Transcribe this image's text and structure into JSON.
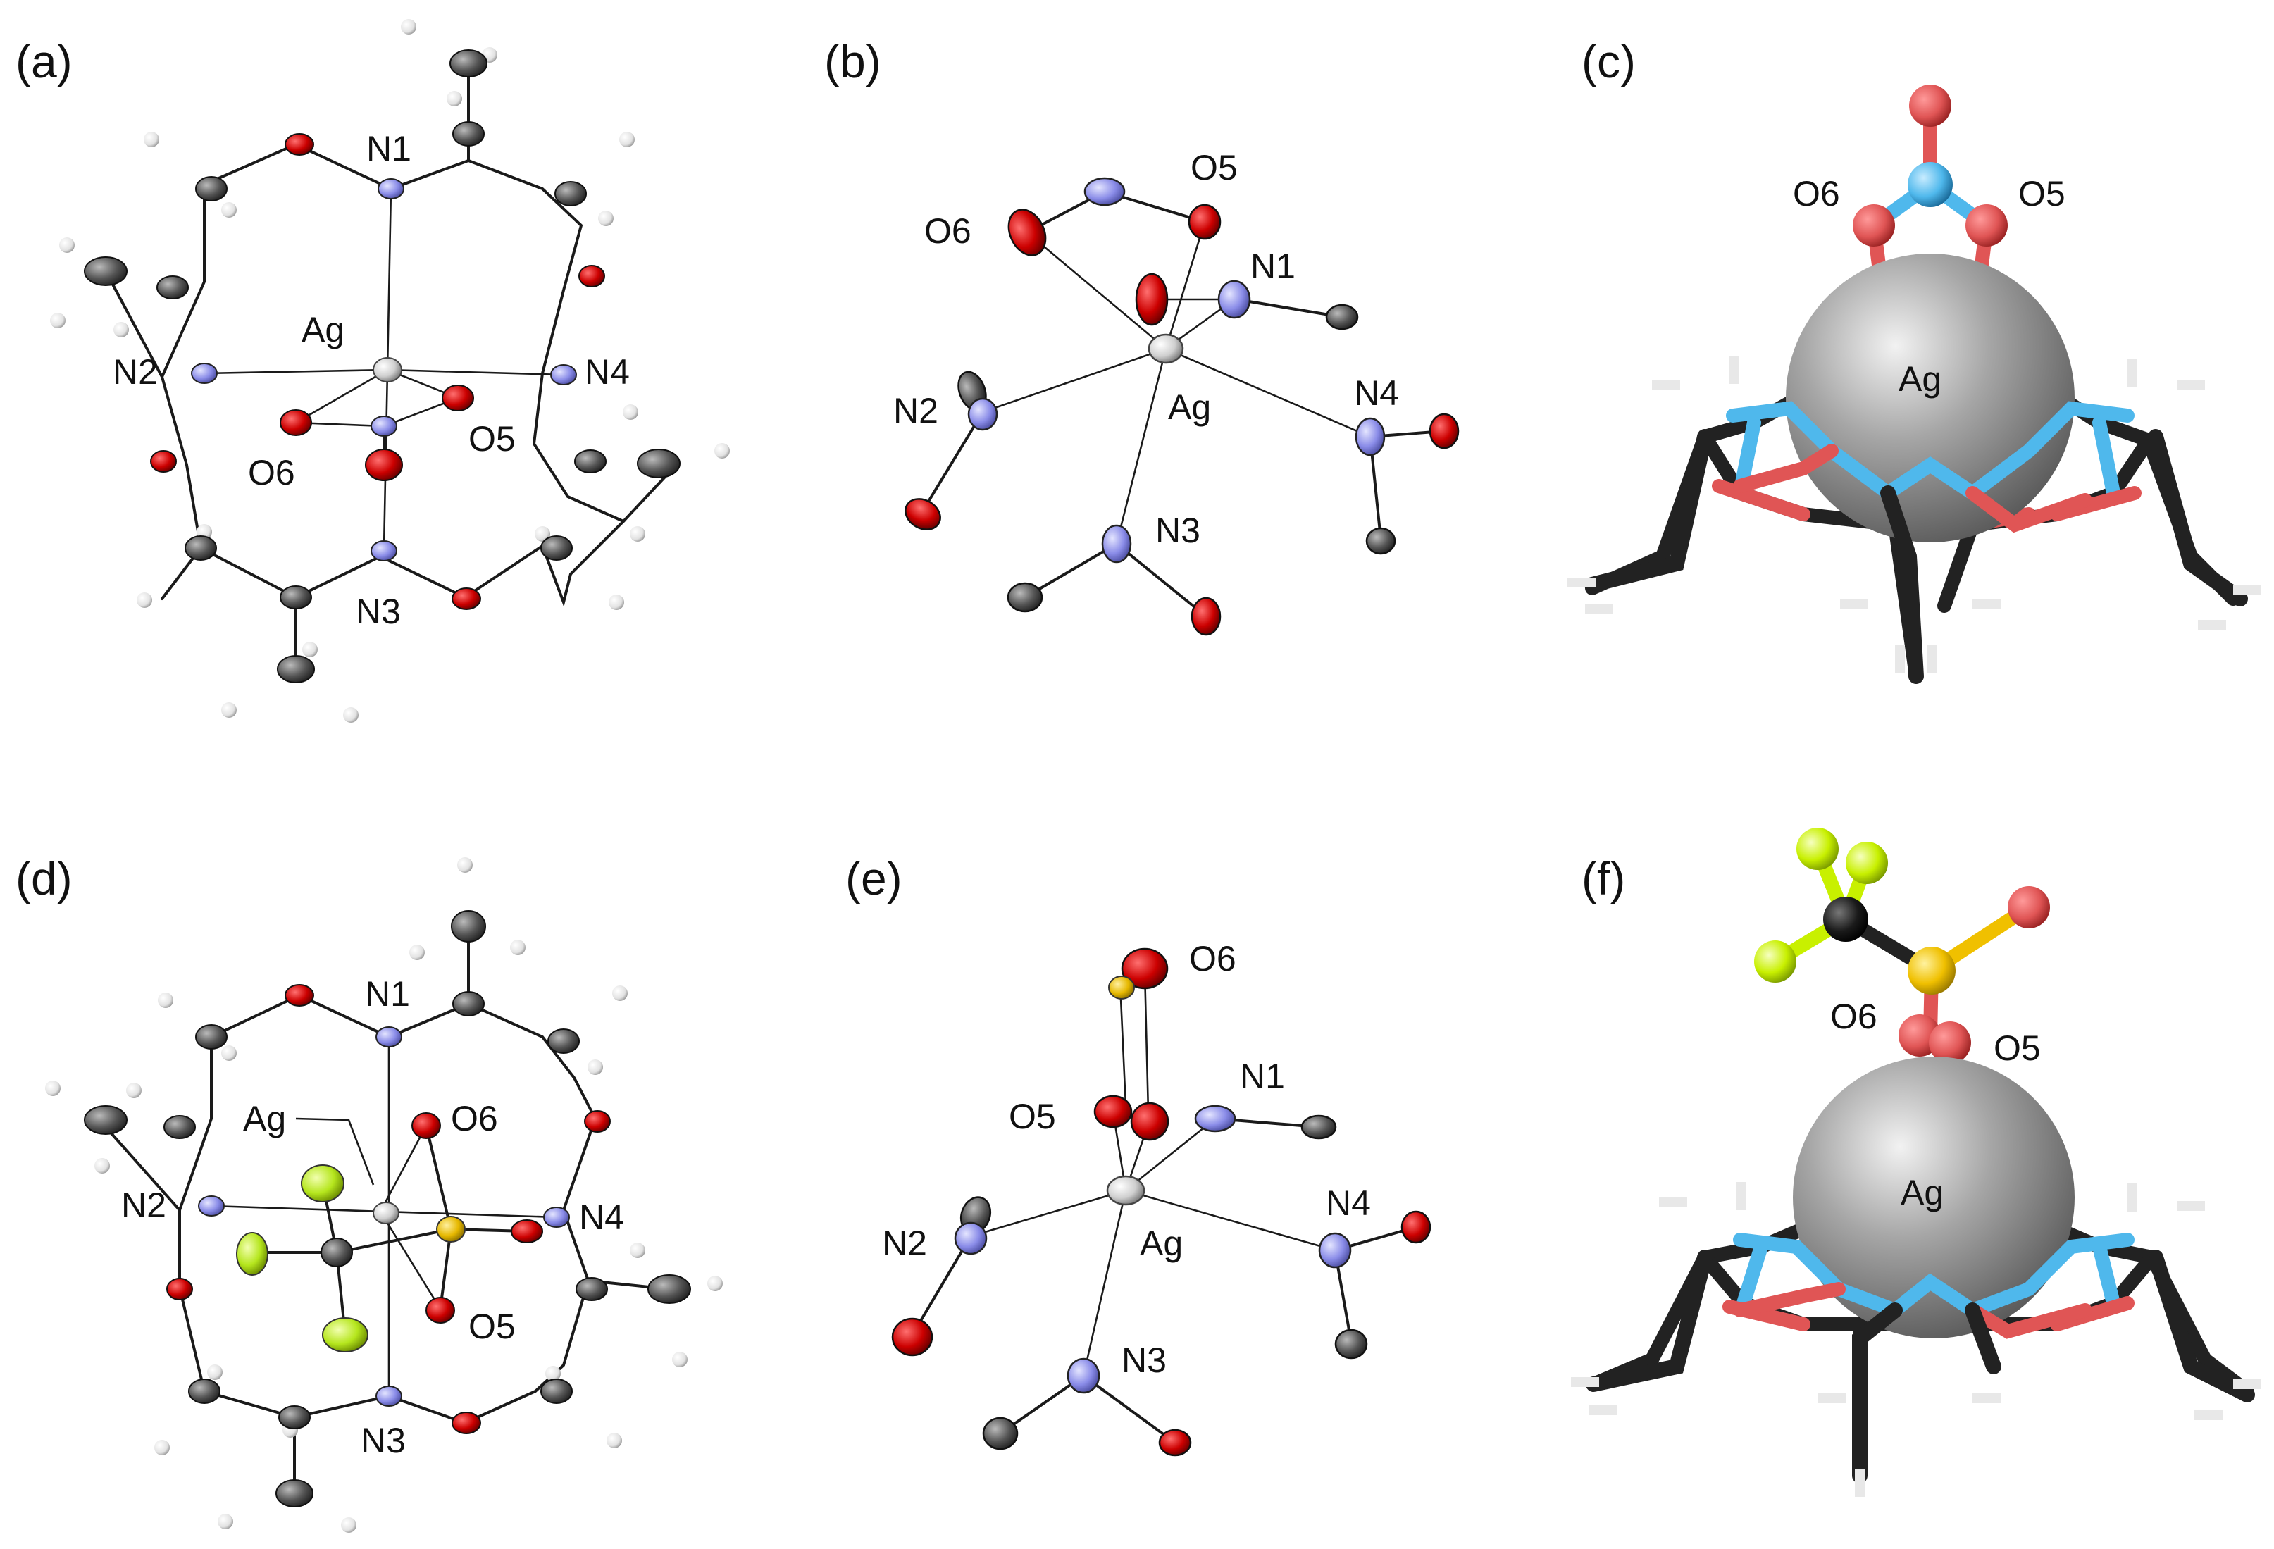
{
  "panels": [
    {
      "id": "a",
      "letter": "(a)",
      "labels": {
        "N1": "N1",
        "N2": "N2",
        "N3": "N3",
        "N4": "N4",
        "Ag": "Ag",
        "O5": "O5",
        "O6": "O6"
      }
    },
    {
      "id": "b",
      "letter": "(b)",
      "labels": {
        "N1": "N1",
        "N2": "N2",
        "N3": "N3",
        "N4": "N4",
        "Ag": "Ag",
        "O5": "O5",
        "O6": "O6"
      }
    },
    {
      "id": "c",
      "letter": "(c)",
      "labels": {
        "Ag": "Ag",
        "O5": "O5",
        "O6": "O6"
      }
    },
    {
      "id": "d",
      "letter": "(d)",
      "labels": {
        "N1": "N1",
        "N2": "N2",
        "N3": "N3",
        "N4": "N4",
        "Ag": "Ag",
        "O5": "O5",
        "O6": "O6"
      }
    },
    {
      "id": "e",
      "letter": "(e)",
      "labels": {
        "N1": "N1",
        "N2": "N2",
        "N3": "N3",
        "N4": "N4",
        "Ag": "Ag",
        "O5": "O5",
        "O6": "O6"
      }
    },
    {
      "id": "f",
      "letter": "(f)",
      "labels": {
        "Ag": "Ag",
        "O5": "O5",
        "O6": "O6"
      }
    }
  ],
  "colors": {
    "oxygen": "#cc0000",
    "nitrogen": "#8a8ce8",
    "carbon": "#555555",
    "hydrogen": "#e8e8e8",
    "silver": "#d9d9d9",
    "sulfur": "#e6b800",
    "fluorine": "#b5e61d",
    "stick_carbon": "#222222",
    "stick_nitrogen": "#4fb8ec",
    "stick_oxygen": "#e05555",
    "ag_sphere": "#9a9a9a"
  }
}
